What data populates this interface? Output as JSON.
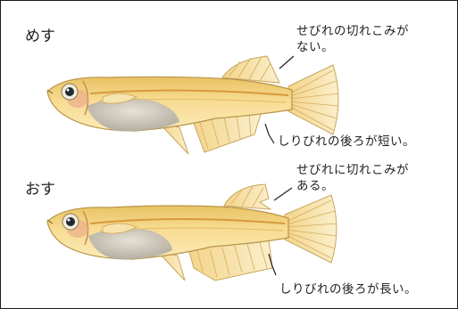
{
  "female": {
    "label": "めす",
    "dorsal_note_line1": "せびれの切れこみが",
    "dorsal_note_line2": "ない。",
    "anal_note": "しりびれの後ろが短い。"
  },
  "male": {
    "label": "おす",
    "dorsal_note_line1": "せびれに切れこみが",
    "dorsal_note_line2": "ある。",
    "anal_note": "しりびれの後ろが長い。"
  },
  "colors": {
    "body": "#f3d585",
    "body_light": "#fbe7a8",
    "fin": "#f6e1a6",
    "belly": "#c9c3b8",
    "stripe": "#e0a94a",
    "outline": "#9a7a3a",
    "pointer": "#231f20"
  }
}
